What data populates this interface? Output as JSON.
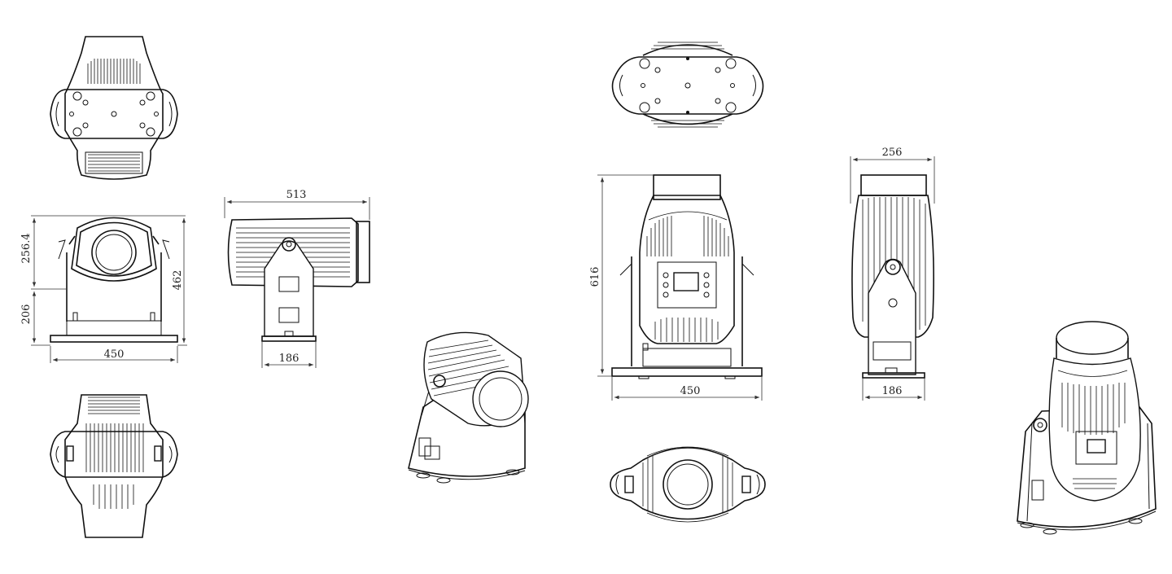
{
  "drawing": {
    "line_color": "#111111",
    "background": "#ffffff",
    "dimensions": {
      "side_width": "513",
      "side_base_depth": "186",
      "small_front_width": "450",
      "small_front_head_height": "256.4",
      "small_front_base_height": "206",
      "small_front_total_height": "462",
      "large_front_height": "616",
      "large_front_width": "450",
      "large_side_width": "256",
      "large_side_base_depth": "186"
    }
  }
}
